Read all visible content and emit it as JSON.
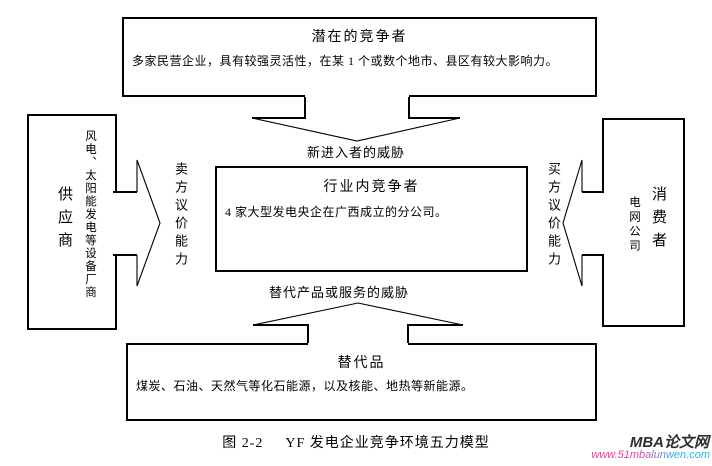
{
  "boxes": {
    "top": {
      "title": "潜在的竞争者",
      "body": "多家民营企业，具有较强灵活性，在某 1 个或数个地市、县区有较大影响力。"
    },
    "center": {
      "title": "行业内竞争者",
      "body": "4 家大型发电央企在广西成立的分公司。"
    },
    "bottom": {
      "title": "替代品",
      "body": "煤炭、石油、天然气等化石能源，以及核能、地热等新能源。"
    },
    "left": {
      "title": "供应商",
      "detail": "风电、太阳能发电等设备厂商"
    },
    "right": {
      "title": "消费者",
      "detail": "电网公司"
    }
  },
  "forces": {
    "new_entrants": "新进入者的威胁",
    "supplier_power": "卖方议价能力",
    "buyer_power": "买方议价能力",
    "substitutes": "替代产品或服务的威胁"
  },
  "caption": {
    "figure_no": "图 2-2",
    "title": "YF 发电企业竞争环境五力模型"
  },
  "watermark": {
    "site_name": "MBA论文网",
    "site_url": "www.51mbalunwen.com"
  },
  "colors": {
    "line": "#000000",
    "background": "#ffffff",
    "watermark_name": "#2e2e2e",
    "watermark_url_start": "#ee3a9a",
    "watermark_url_end": "#16b6ea"
  }
}
